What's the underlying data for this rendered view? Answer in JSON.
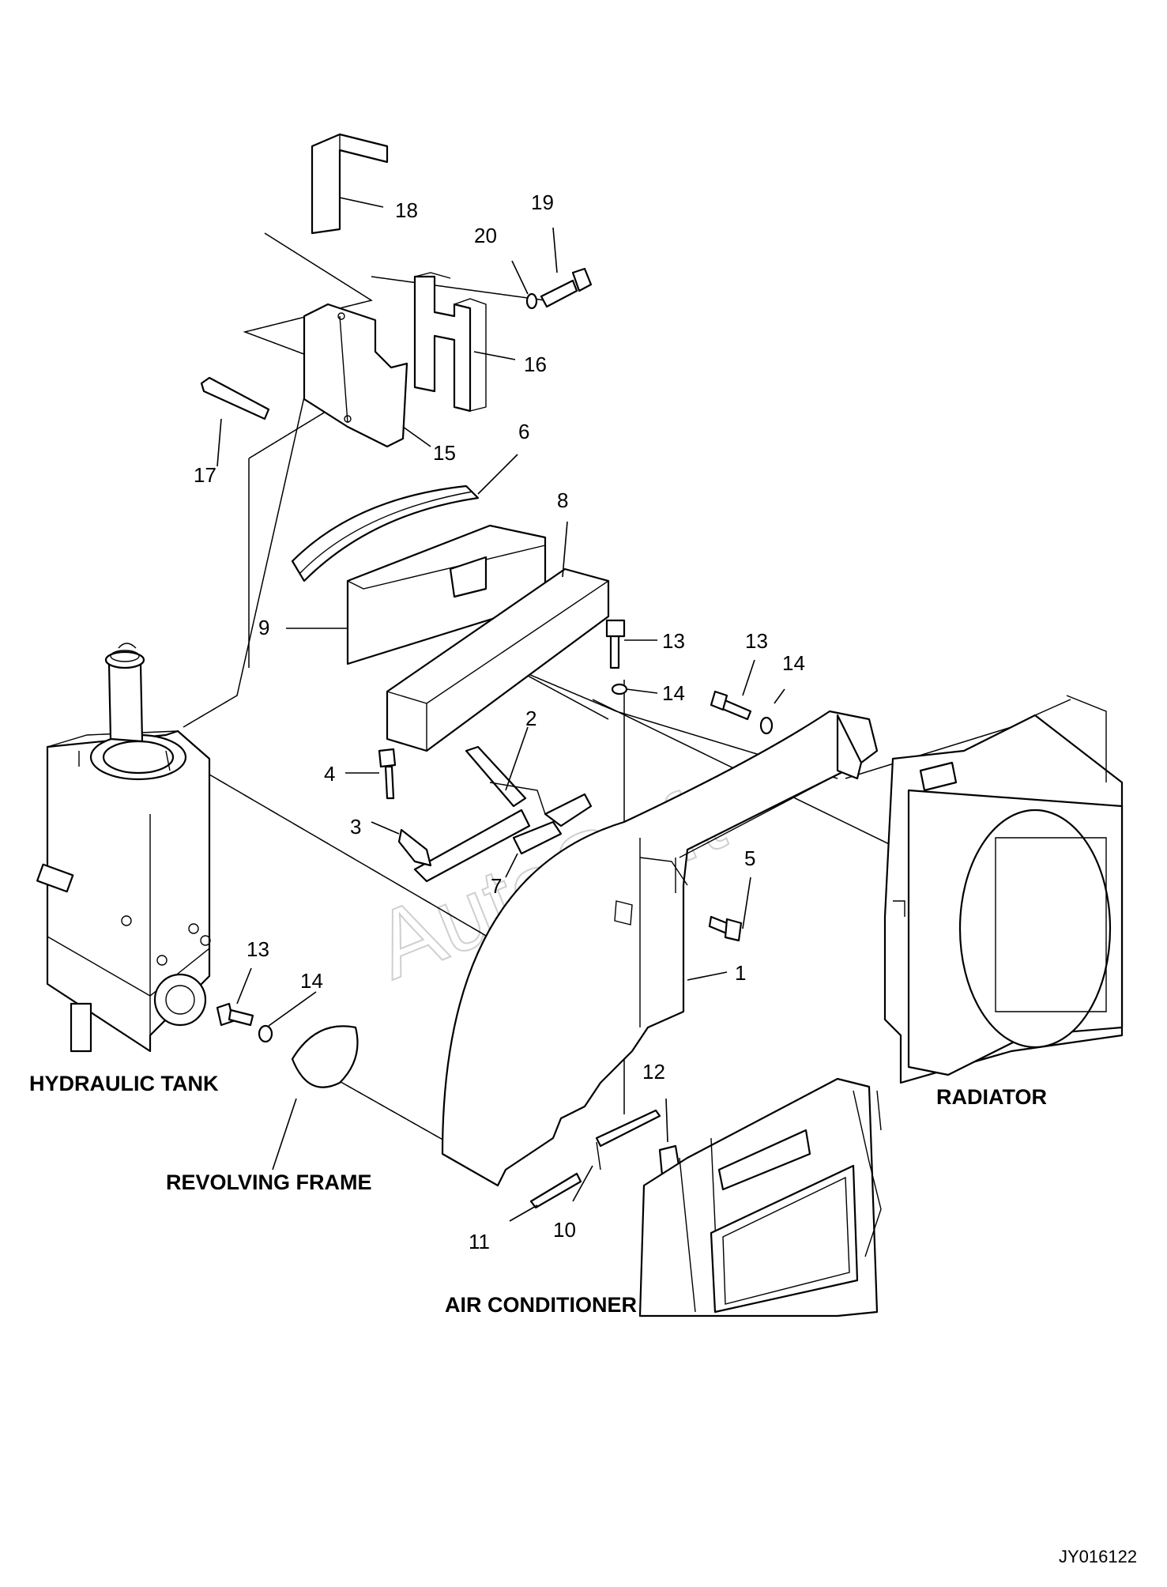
{
  "callouts": {
    "c1": "1",
    "c2": "2",
    "c3": "3",
    "c4": "4",
    "c5": "5",
    "c6": "6",
    "c7": "7",
    "c8": "8",
    "c9": "9",
    "c10": "10",
    "c11": "11",
    "c12": "12",
    "c13a": "13",
    "c13b": "13",
    "c13c": "13",
    "c14a": "14",
    "c14b": "14",
    "c14c": "14",
    "c15": "15",
    "c16": "16",
    "c17": "17",
    "c18": "18",
    "c19": "19",
    "c20": "20"
  },
  "labels": {
    "hydraulic_tank": "HYDRAULIC TANK",
    "revolving_frame": "REVOLVING FRAME",
    "radiator": "RADIATOR",
    "air_conditioner": "AIR CONDITIONER"
  },
  "watermark": "AutoSoft",
  "figure_code": "JY016122"
}
